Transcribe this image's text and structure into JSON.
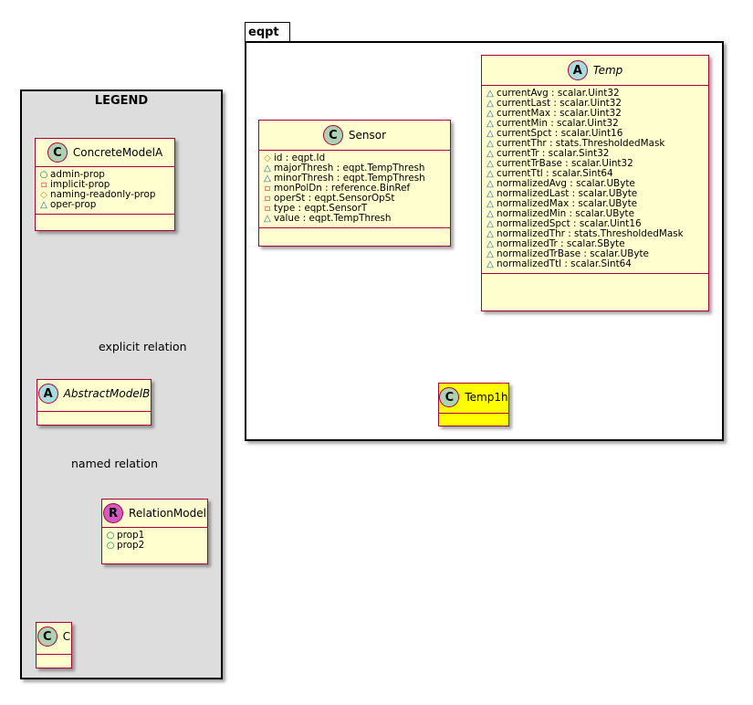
{
  "legend": {
    "title": "LEGEND",
    "classes": {
      "concrete": {
        "stereotype": "C",
        "name": "ConcreteModelA",
        "attributes": [
          {
            "vis": "+",
            "text": "admin-prop"
          },
          {
            "vis": "-",
            "text": "implicit-prop"
          },
          {
            "vis": "#",
            "text": "naming-readonly-prop"
          },
          {
            "vis": "~",
            "text": "oper-prop"
          }
        ]
      },
      "abstract": {
        "stereotype": "A",
        "name": "AbstractModelB"
      },
      "relation": {
        "stereotype": "R",
        "name": "RelationModel",
        "attributes": [
          {
            "vis": "+",
            "text": "prop1"
          },
          {
            "vis": "+",
            "text": "prop2"
          }
        ]
      },
      "c": {
        "stereotype": "C",
        "name": "C"
      }
    },
    "labels": {
      "explicit": "explicit relation",
      "named": "named relation"
    }
  },
  "package": {
    "name": "eqpt",
    "classes": {
      "sensor": {
        "stereotype": "C",
        "name": "Sensor",
        "attributes": [
          {
            "vis": "#",
            "text": "id : eqpt.Id"
          },
          {
            "vis": "~",
            "text": "majorThresh : eqpt.TempThresh"
          },
          {
            "vis": "~",
            "text": "minorThresh : eqpt.TempThresh"
          },
          {
            "vis": "-",
            "text": "monPolDn : reference.BinRef"
          },
          {
            "vis": "-",
            "text": "operSt : eqpt.SensorOpSt"
          },
          {
            "vis": "-",
            "text": "type : eqpt.SensorT"
          },
          {
            "vis": "~",
            "text": "value : eqpt.TempThresh"
          }
        ]
      },
      "temp": {
        "stereotype": "A",
        "name": "Temp",
        "attributes": [
          {
            "vis": "~",
            "text": "currentAvg : scalar.Uint32"
          },
          {
            "vis": "~",
            "text": "currentLast : scalar.Uint32"
          },
          {
            "vis": "~",
            "text": "currentMax : scalar.Uint32"
          },
          {
            "vis": "~",
            "text": "currentMin : scalar.Uint32"
          },
          {
            "vis": "~",
            "text": "currentSpct : scalar.Uint16"
          },
          {
            "vis": "~",
            "text": "currentThr : stats.ThresholdedMask"
          },
          {
            "vis": "~",
            "text": "currentTr : scalar.Sint32"
          },
          {
            "vis": "~",
            "text": "currentTrBase : scalar.Uint32"
          },
          {
            "vis": "~",
            "text": "currentTtl : scalar.Sint64"
          },
          {
            "vis": "~",
            "text": "normalizedAvg : scalar.UByte"
          },
          {
            "vis": "~",
            "text": "normalizedLast : scalar.UByte"
          },
          {
            "vis": "~",
            "text": "normalizedMax : scalar.UByte"
          },
          {
            "vis": "~",
            "text": "normalizedMin : scalar.UByte"
          },
          {
            "vis": "~",
            "text": "normalizedSpct : scalar.Uint16"
          },
          {
            "vis": "~",
            "text": "normalizedThr : stats.ThresholdedMask"
          },
          {
            "vis": "~",
            "text": "normalizedTr : scalar.SByte"
          },
          {
            "vis": "~",
            "text": "normalizedTrBase : scalar.UByte"
          },
          {
            "vis": "~",
            "text": "normalizedTtl : scalar.Sint64"
          }
        ]
      },
      "temp1h": {
        "stereotype": "C",
        "name": "Temp1h"
      }
    }
  },
  "colors": {
    "class_fill": "#fefece",
    "class_border": "#a80036",
    "highlight_fill": "#ffff00",
    "legend_fill": "#dddddd"
  }
}
